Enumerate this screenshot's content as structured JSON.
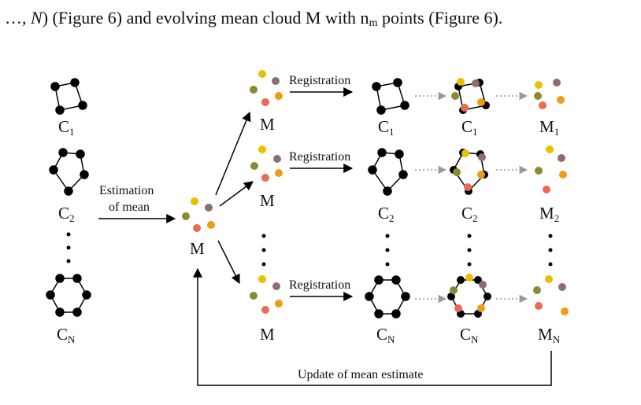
{
  "caption": {
    "prefix": "…, ",
    "n_italic": "N",
    "part1": ") (Figure 6) and evolving mean cloud M with n",
    "sub": "m",
    "part2": " points (Figure 6)."
  },
  "labels": {
    "c1_main": "C",
    "c1_sub": "1",
    "c2_main": "C",
    "c2_sub": "2",
    "cn_main": "C",
    "cn_sub": "N",
    "m_center": "M",
    "m_top": "M",
    "m_mid": "M",
    "m_bot": "M",
    "c1r_main": "C",
    "c1r_sub": "1",
    "c2r_main": "C",
    "c2r_sub": "2",
    "cnr_main": "C",
    "cnr_sub": "N",
    "c1a_main": "C",
    "c1a_sub": "1",
    "c2a_main": "C",
    "c2a_sub": "2",
    "cna_main": "C",
    "cna_sub": "N",
    "m1_main": "M",
    "m1_sub": "1",
    "m2_main": "M",
    "m2_sub": "2",
    "mn_main": "M",
    "mn_sub": "N",
    "estimation_line1": "Estimation",
    "estimation_line2": "of mean",
    "registration_top": "Registration",
    "registration_mid": "Registration",
    "registration_bot": "Registration",
    "update": "Update of mean estimate"
  },
  "colors": {
    "yellow": "#e8c000",
    "mauve": "#8c6e6a",
    "olive": "#8b8a2e",
    "orange": "#f29a12",
    "salmon": "#ea6a52",
    "black": "#000000",
    "dotted_arrow": "#999999"
  }
}
